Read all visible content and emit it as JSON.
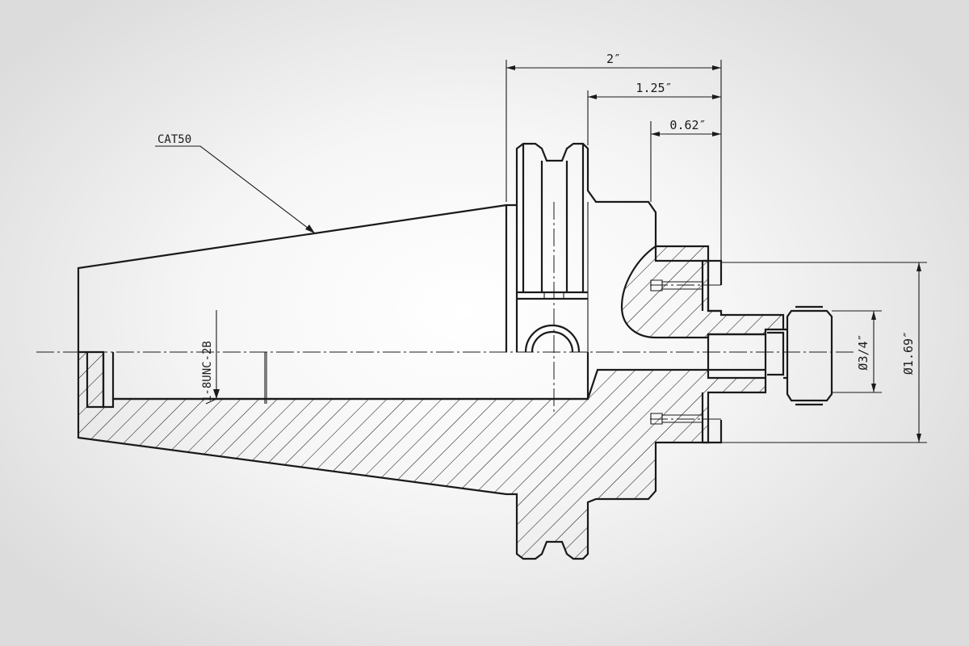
{
  "diagram": {
    "labels": {
      "taper": "CAT50",
      "thread": "1-8UNC-2B"
    },
    "dimensions": {
      "overall_length": "2″",
      "flange_to_face": "1.25″",
      "pilot_length": "0.62″",
      "pilot_diameter": "Ø3/4″",
      "face_diameter": "Ø1.69″"
    },
    "colors": {
      "line": "#1a1a1a",
      "background": "#f6f6f6"
    }
  }
}
